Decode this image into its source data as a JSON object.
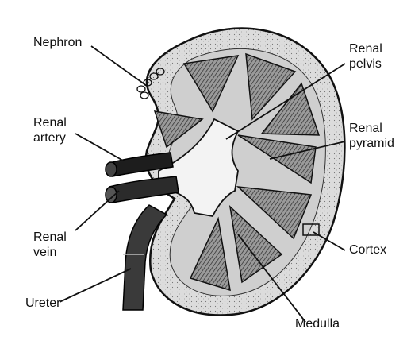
{
  "labels": {
    "nephron": "Nephron",
    "renal_artery": "Renal\nartery",
    "renal_vein": "Renal\nvein",
    "ureter": "Ureter",
    "renal_pelvis": "Renal\npelvis",
    "renal_pyramid": "Renal\npyramid",
    "cortex": "Cortex",
    "medulla": "Medulla"
  },
  "colors": {
    "ink": "#111111",
    "cortex_fill": "#d9d9d9",
    "medulla_fill": "#8a8a8a",
    "pelvis_fill": "#f2f2f2",
    "vessel_dark": "#1a1a1a"
  }
}
